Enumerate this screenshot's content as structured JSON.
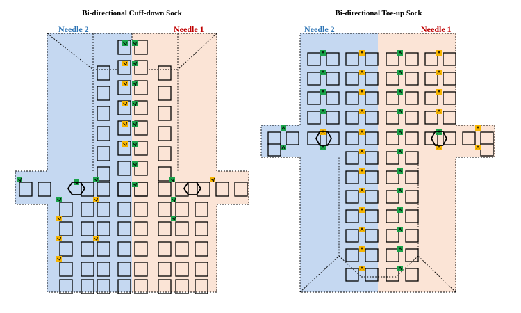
{
  "colors": {
    "needle2_fill": "#c5d8f1",
    "needle1_fill": "#fbe4d6",
    "needle2_label": "#2e75b6",
    "needle1_label": "#c00000",
    "marker_green": "#1aa34a",
    "marker_yellow": "#f7b500"
  },
  "left_diagram": {
    "title": "Bi-directional Cuff-down Sock",
    "needle_left_label": "Needle 2",
    "needle_right_label": "Needle 1"
  },
  "right_diagram": {
    "title": "Bi-directional Toe-up Sock",
    "needle_left_label": "Needle 2",
    "needle_right_label": "Needle 1"
  },
  "icons": {
    "marker": "corner-triangle-icon",
    "gusset": "hexagon-icon"
  }
}
